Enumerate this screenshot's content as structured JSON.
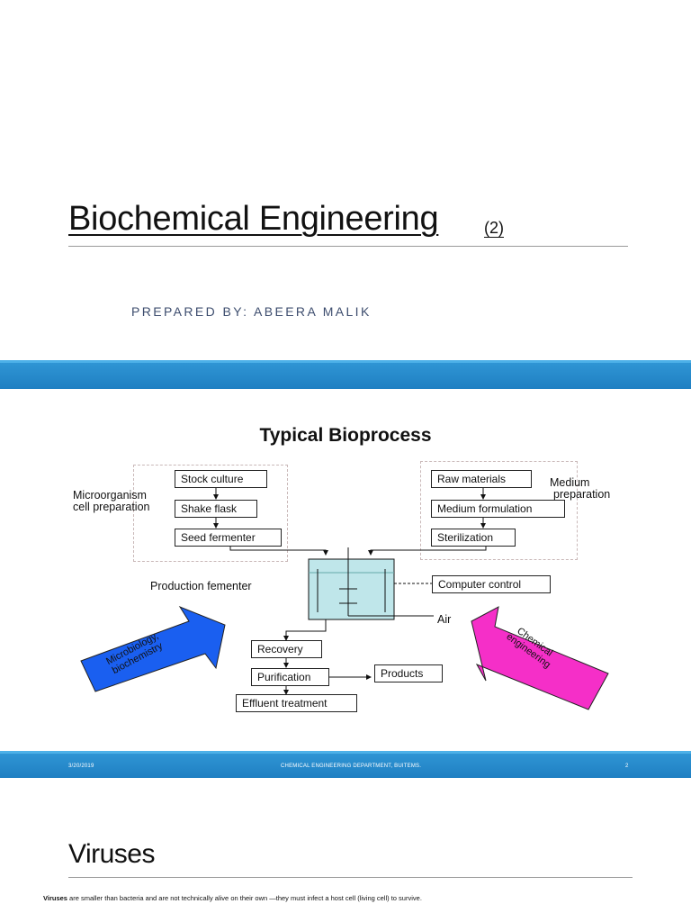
{
  "slide1": {
    "title": "Biochemical Engineering",
    "title_suffix": "(2)",
    "prepared_by": "PREPARED BY: ABEERA MALIK"
  },
  "slide2": {
    "diagram_title": "Typical Bioprocess",
    "left_group_label_1": "Microorganism",
    "left_group_label_2": "cell preparation",
    "right_group_label_1": "Medium",
    "right_group_label_2": "preparation",
    "left_steps": [
      "Stock culture",
      "Shake flask",
      "Seed fermenter"
    ],
    "right_steps": [
      "Raw materials",
      "Medium formulation",
      "Sterilization"
    ],
    "production_label": "Production fementer",
    "computer_control": "Computer control",
    "air": "Air",
    "downstream": [
      "Recovery",
      "Purification",
      "Effluent treatment"
    ],
    "products": "Products",
    "left_arrow_text_1": "Microbiology,",
    "left_arrow_text_2": "biochemistry",
    "right_arrow_text_1": "Chemical",
    "right_arrow_text_2": "engineering",
    "colors": {
      "left_arrow": "#1a5ff0",
      "right_arrow": "#f52fc8",
      "vessel": "#bfe6ea"
    }
  },
  "footer": {
    "date": "3/20/2019",
    "department": "CHEMICAL ENGINEERING DEPARTMENT, BUITEMS.",
    "page": "2"
  },
  "slide3": {
    "title": "Viruses",
    "text_bold": "Viruses",
    "text_rest": " are smaller than bacteria and are not technically alive on their own —they must infect a host cell (living cell) to survive."
  }
}
